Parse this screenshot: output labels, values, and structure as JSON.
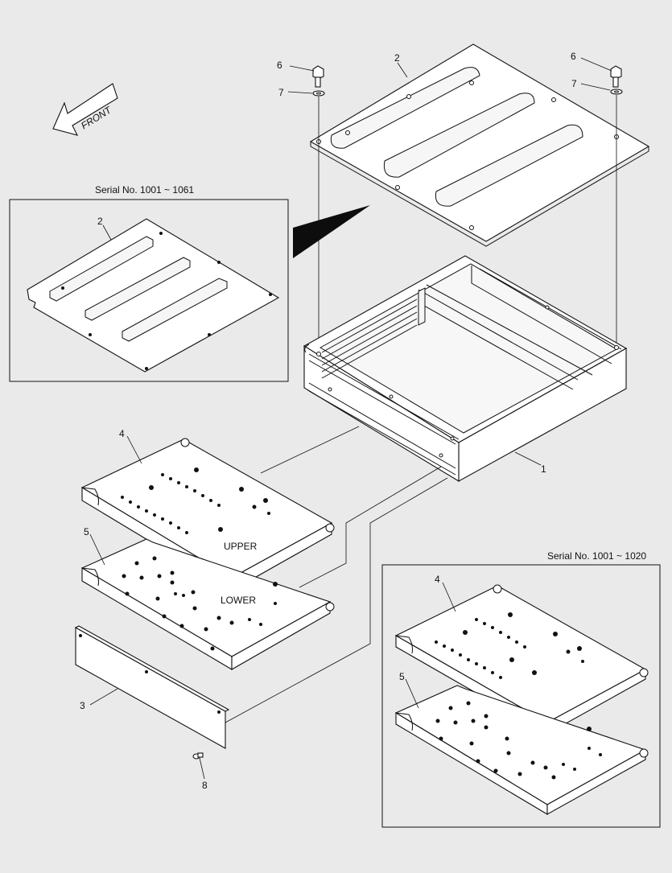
{
  "diagram": {
    "front_label": "FRONT",
    "insets": [
      {
        "serial": "Serial No. 1001 ~ 1061"
      },
      {
        "serial": "Serial No. 1001 ~ 1020"
      }
    ],
    "level_labels": {
      "upper": "UPPER",
      "lower": "LOWER"
    },
    "callouts": {
      "c1": "1",
      "c2_top": "2",
      "c2_inset": "2",
      "c3": "3",
      "c4_main": "4",
      "c4_inset": "4",
      "c5_main": "5",
      "c5_inset": "5",
      "c6_left": "6",
      "c6_right": "6",
      "c7_left": "7",
      "c7_right": "7",
      "c8": "8"
    }
  }
}
